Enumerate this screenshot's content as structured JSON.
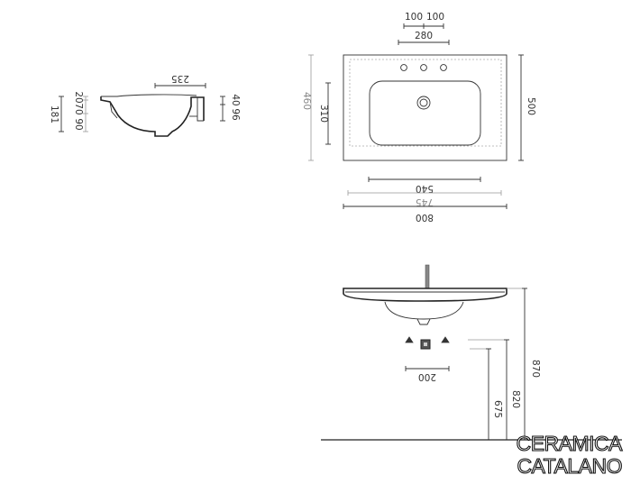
{
  "dimensions": {
    "top_view": {
      "d100_left": "100",
      "d100_right": "100",
      "d280": "280",
      "d460": "460",
      "d310": "310",
      "d500": "500",
      "d540": "540",
      "d745": "745",
      "d800": "800"
    },
    "side_view": {
      "d235": "235",
      "d181": "181",
      "d20": "20",
      "d70": "70",
      "d90": "90",
      "d40": "40",
      "d96": "96"
    },
    "front_view": {
      "d200": "200",
      "d675": "675",
      "d820": "820",
      "d870": "870"
    }
  },
  "brand": {
    "line1": "CERAMICA",
    "line2": "CATALANO"
  }
}
